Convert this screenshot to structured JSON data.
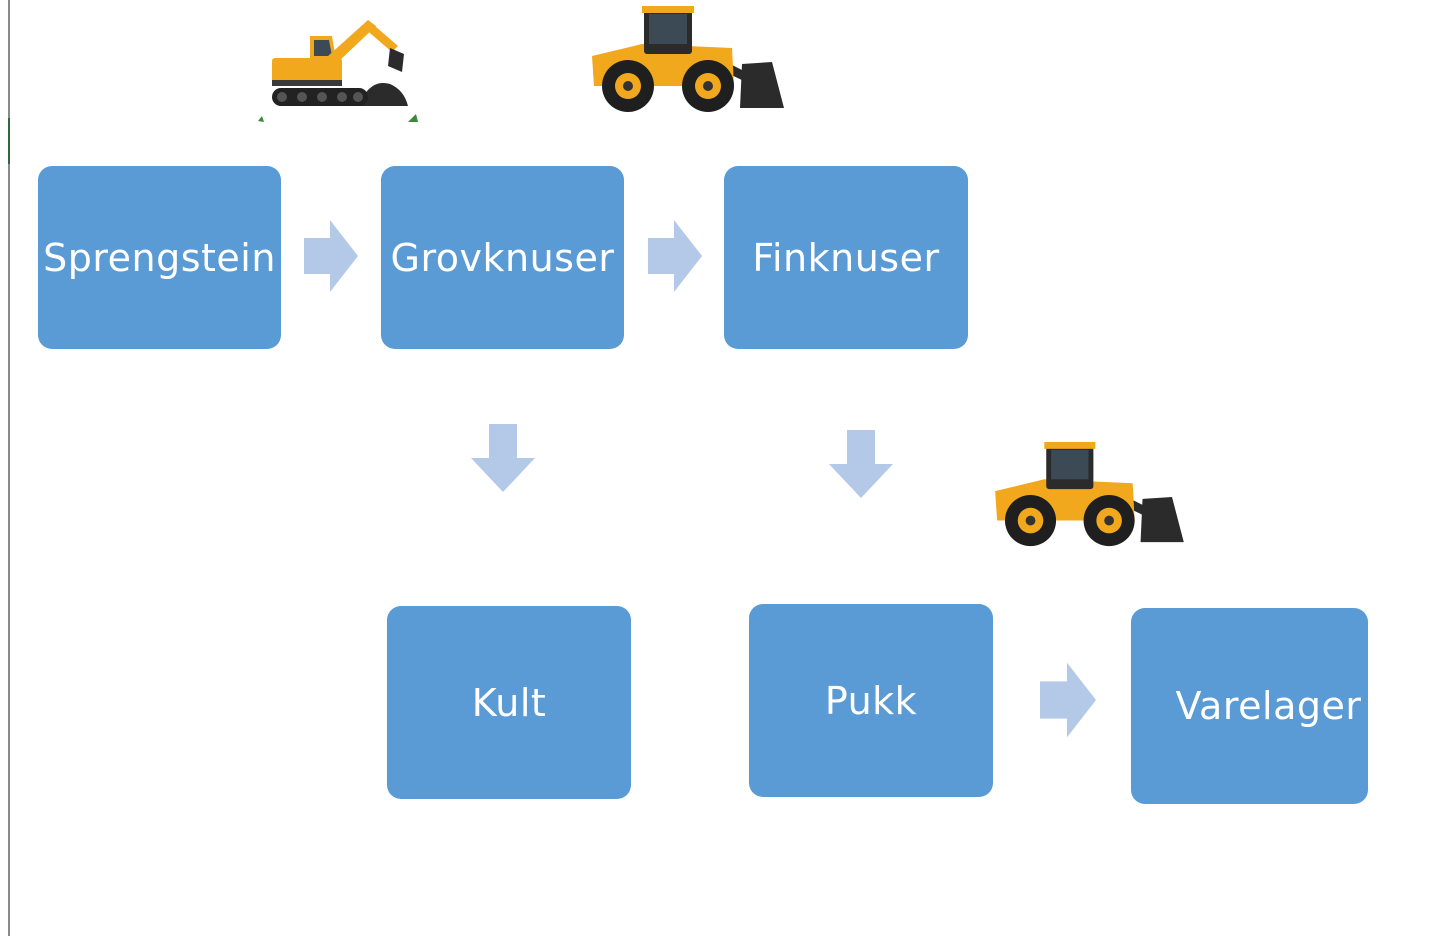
{
  "diagram": {
    "nodes": {
      "sprengstein": "Sprengstein",
      "grovknuser": "Grovknuser",
      "finknuser": "Finknuser",
      "kult": "Kult",
      "pukk": "Pukk",
      "varelager": "Varelager"
    },
    "colors": {
      "node_fill": "#5b9bd5",
      "node_text": "#ffffff",
      "arrow_fill": "#b4c9e8",
      "machine_body": "#f2a81d",
      "machine_dark": "#2b2b2b"
    },
    "icons": {
      "excavator": "excavator-icon",
      "wheel_loader": "wheel-loader-icon"
    }
  }
}
